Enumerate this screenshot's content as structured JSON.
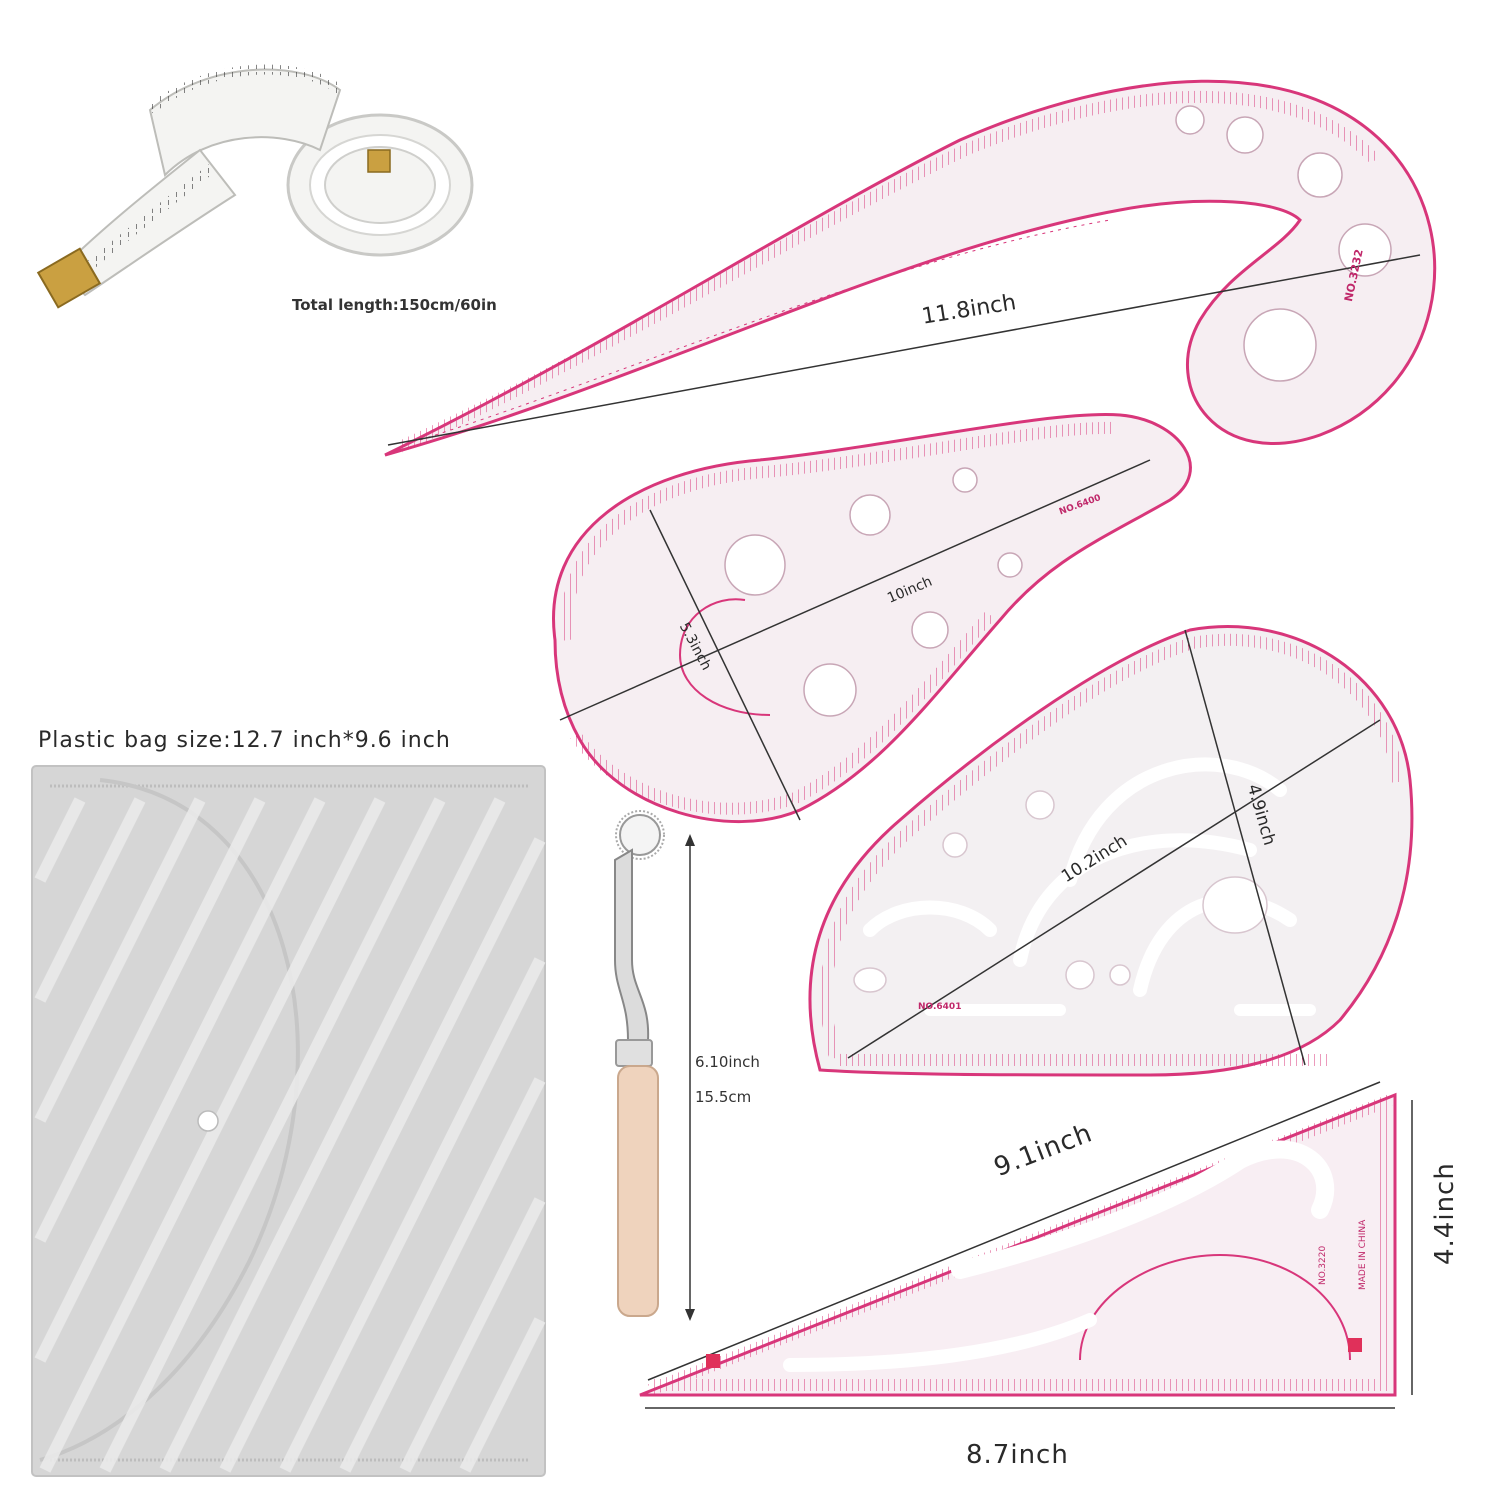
{
  "labels": {
    "tape_total_length": "Total length:150cm/60in",
    "comma_ruler_length": "11.8inch",
    "plastic_bag_size": "Plastic bag size:12.7 inch*9.6 inch",
    "curve_ruler_length": "10inch",
    "curve_ruler_height": "5.3inch",
    "french_curve_length": "10.2inch",
    "french_curve_height": "4.9inch",
    "wheel_length_in": "6.10inch",
    "wheel_length_cm": "15.5cm",
    "triangle_hypotenuse": "9.1inch",
    "triangle_height": "4.4inch",
    "triangle_base": "8.7inch"
  },
  "ruler_markings": {
    "comma_ruler_id": "NO.3232",
    "curve_ruler_id": "NO.6400",
    "french_curve_id": "NO.6401",
    "triangle_id": "NO.3220",
    "made_in": "MADE IN CHINA"
  },
  "colors": {
    "ruler_pink": "#d8367a",
    "ruler_fill": "#f6eef2",
    "bag_gray": "#d6d6d6",
    "tape_white": "#f4f4f2",
    "wheel_handle": "#efd3bd"
  }
}
